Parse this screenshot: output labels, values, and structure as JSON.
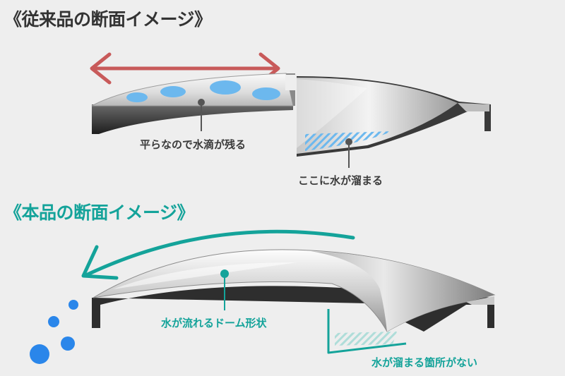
{
  "sections": {
    "conventional": {
      "heading": "《従来品の断面イメージ》",
      "label_flat": "平らなので水滴が残る",
      "label_pool": "ここに水が溜まる"
    },
    "product": {
      "heading": "《本品の断面イメージ》",
      "label_dome": "水が流れるドーム形状",
      "label_nopool": "水が溜まる箇所がない"
    }
  },
  "colors": {
    "background": "#eeeeee",
    "arrow_red": "#c85a5a",
    "teal": "#14a39a",
    "droplet_blue": "#6cb8ee",
    "heading_dark": "#333333"
  }
}
